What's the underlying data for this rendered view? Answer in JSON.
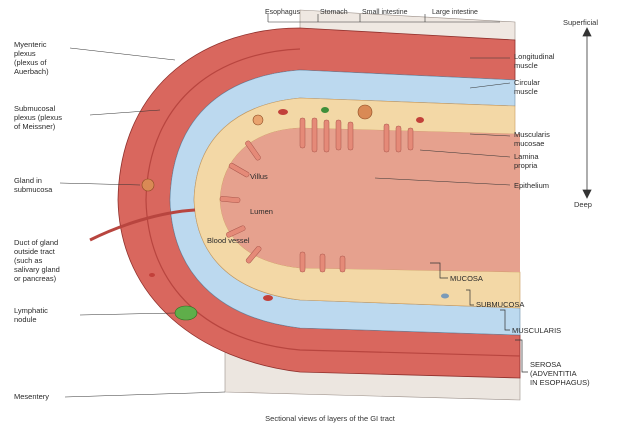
{
  "sections": {
    "esophagus": "Esophagus",
    "stomach": "Stomach",
    "small_intestine": "Small intestine",
    "large_intestine": "Large intestine"
  },
  "axis": {
    "top": "Superficial",
    "bottom": "Deep"
  },
  "left_labels": {
    "myenteric": "Myenteric\nplexus\n(plexus of\nAuerbach)",
    "submucosal_plexus": "Submucosal\nplexus (plexus\nof Meissner)",
    "gland_submucosa": "Gland in\nsubmucosa",
    "duct": "Duct of gland\noutside tract\n(such as\nsalivary gland\nor pancreas)",
    "lymphatic": "Lymphatic\nnodule",
    "mesentery": "Mesentery"
  },
  "right_labels": {
    "longitudinal": "Longitudinal\nmuscle",
    "circular": "Circular\nmuscle",
    "muscularis_mucosae": "Muscularis\nmucosae",
    "lamina_propria": "Lamina\npropria",
    "epithelium": "Epithelium"
  },
  "inner_labels": {
    "villus": "Villus",
    "lumen": "Lumen",
    "blood_vessel": "Blood vessel"
  },
  "layers": {
    "mucosa": "MUCOSA",
    "submucosa": "SUBMUCOSA",
    "muscularis": "MUSCULARIS",
    "serosa": "SEROSA\n(ADVENTITIA\nIN ESOPHAGUS)"
  },
  "caption": "Sectional views of layers of the GI tract",
  "colors": {
    "muscle": "#d9675e",
    "muscle_dark": "#b8453f",
    "submucosa": "#bcd9ef",
    "mucosa": "#e58a78",
    "lamina": "#f3d8a6",
    "serosa": "#e9e2dc",
    "lumen": "#e6a18e",
    "gland": "#d98a55",
    "lymph": "#5fae4a"
  }
}
